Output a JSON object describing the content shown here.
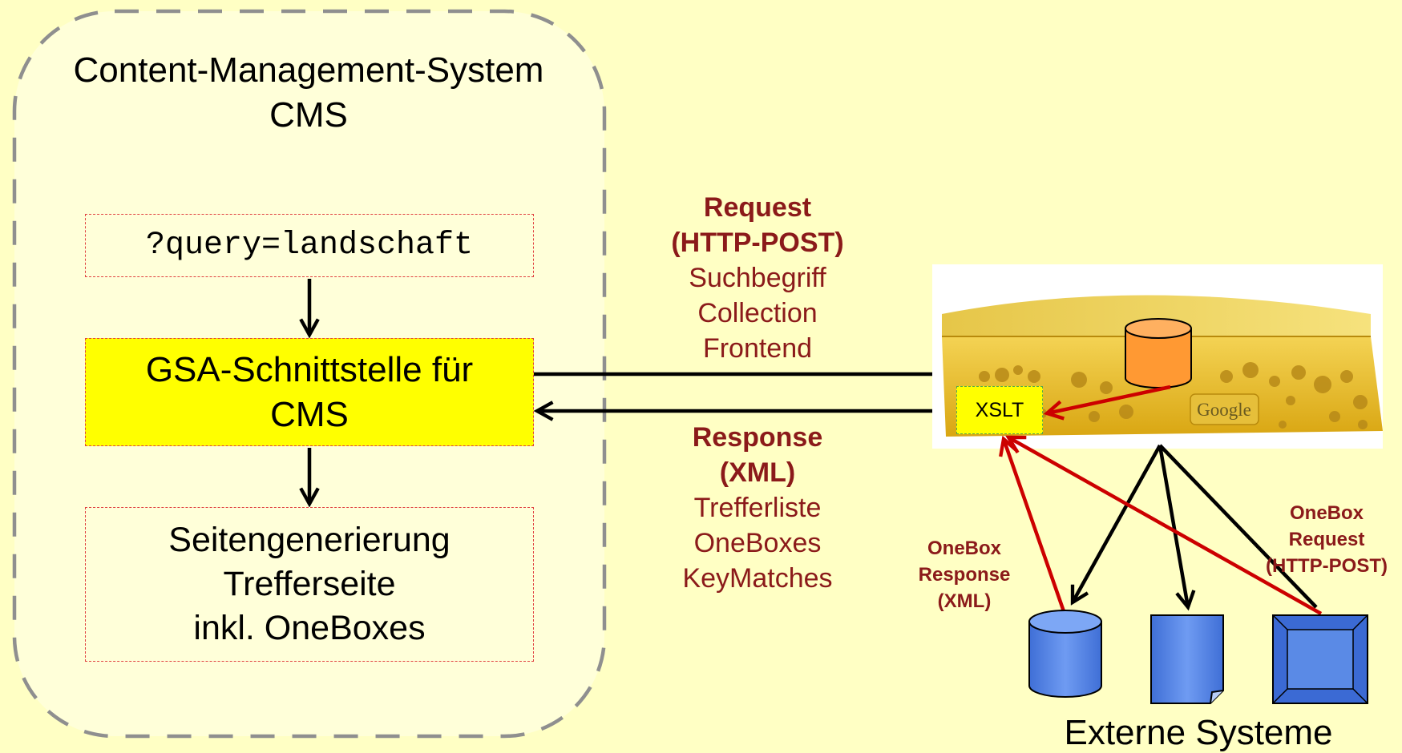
{
  "cms": {
    "title_line1": "Content-Management-System",
    "title_line2": "CMS",
    "query_text": "?query=landschaft",
    "gsa_line1": "GSA-Schnittstelle für",
    "gsa_line2": "CMS",
    "page_line1": "Seitengenerierung",
    "page_line2": "Trefferseite",
    "page_line3": "inkl. OneBoxes"
  },
  "request": {
    "title_line1": "Request",
    "title_line2": "(HTTP-POST)",
    "items": [
      "Suchbegriff",
      "Collection",
      "Frontend"
    ]
  },
  "response": {
    "title_line1": "Response",
    "title_line2": "(XML)",
    "items": [
      "Trefferliste",
      "OneBoxes",
      "KeyMatches"
    ]
  },
  "appliance": {
    "xslt_label": "XSLT",
    "brand": "Google"
  },
  "onebox_response": {
    "line1": "OneBox",
    "line2": "Response",
    "line3": "(XML)"
  },
  "onebox_request": {
    "line1": "OneBox",
    "line2": "Request",
    "line3": "(HTTP-POST)"
  },
  "external": {
    "label": "Externe Systeme"
  },
  "colors": {
    "background": "#ffffc4",
    "red_text": "#8b1a1a",
    "red_arrow": "#cc0000",
    "gsa_fill": "#ffff00",
    "appliance_gold": "#e3b51e",
    "database_orange": "#ff9933",
    "external_blue": "#4f81e8"
  }
}
